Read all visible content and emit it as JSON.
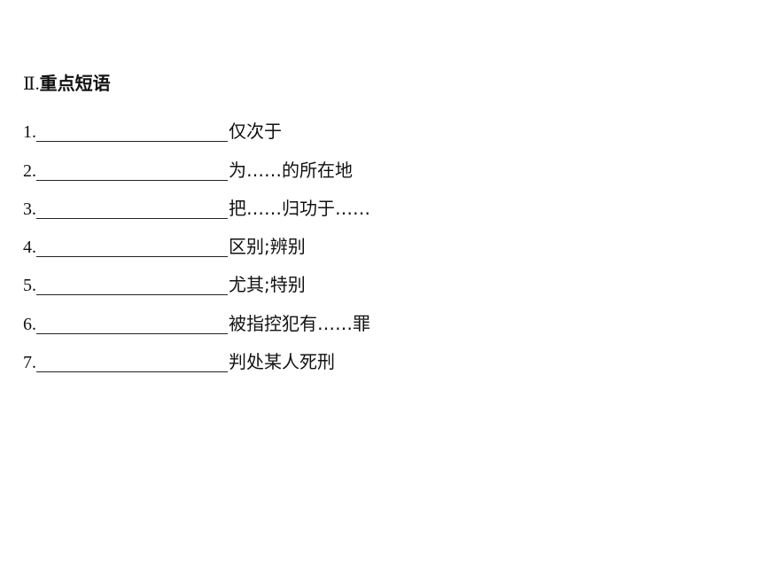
{
  "section": {
    "roman": "Ⅱ.",
    "title": "重点短语"
  },
  "items": [
    {
      "number": "1.",
      "meaning": "仅次于"
    },
    {
      "number": "2.",
      "meaning": "为……的所在地"
    },
    {
      "number": "3.",
      "meaning": "把……归功于……"
    },
    {
      "number": "4.",
      "meaning": "区别;辨别"
    },
    {
      "number": "5.",
      "meaning": "尤其;特别"
    },
    {
      "number": "6.",
      "meaning": "被指控犯有……罪"
    },
    {
      "number": "7.",
      "meaning": "判处某人死刑"
    }
  ]
}
